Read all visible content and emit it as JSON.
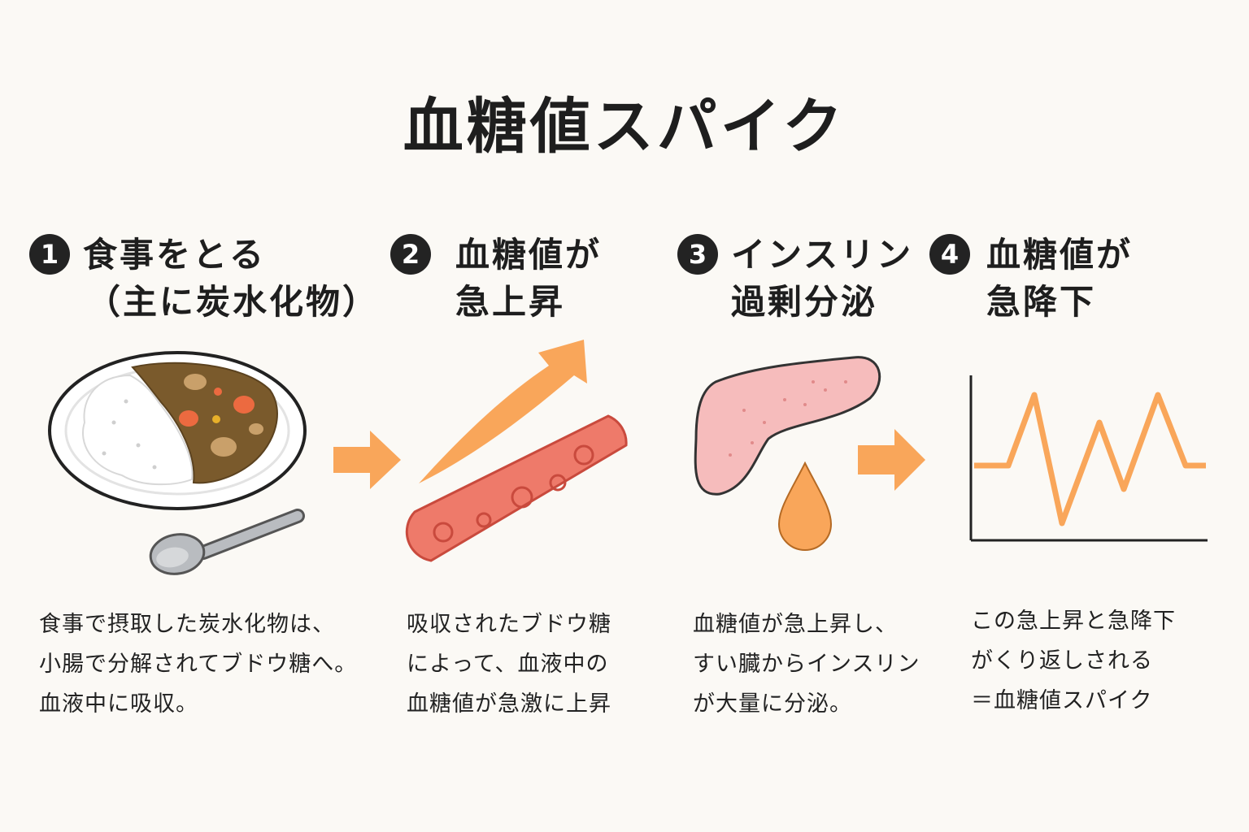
{
  "title": "血糖値スパイク",
  "steps": [
    {
      "number": "1",
      "heading_lines": [
        "食事をとる",
        "（主に炭水化物）"
      ],
      "description_lines": [
        "食事で摂取した炭水化物は、",
        "小腸で分解されてブドウ糖へ。",
        "血液中に吸収。"
      ],
      "icon": "curry-rice-icon"
    },
    {
      "number": "2",
      "heading_lines": [
        "血糖値が",
        "急上昇"
      ],
      "description_lines": [
        "吸収されたブドウ糖",
        "によって、血液中の",
        "血糖値が急激に上昇"
      ],
      "icon": "blood-vessel-icon"
    },
    {
      "number": "3",
      "heading_lines": [
        "インスリン",
        "過剰分泌"
      ],
      "description_lines": [
        "血糖値が急上昇し、",
        "すい臓からインスリン",
        "が大量に分泌。"
      ],
      "icon": "pancreas-icon"
    },
    {
      "number": "4",
      "heading_lines": [
        "血糖値が",
        "急降下"
      ],
      "description_lines": [
        "この急上昇と急降下",
        "がくり返しされる",
        "＝血糖値スパイク"
      ],
      "icon": "zigzag-graph-icon"
    }
  ],
  "colors": {
    "background": "#fbf9f5",
    "text": "#1e1e1e",
    "accent_orange": "#f9a65a",
    "vessel_red": "#ee7a6a",
    "pancreas_pink": "#f6bcbc",
    "curry_brown": "#7a5a2c"
  }
}
